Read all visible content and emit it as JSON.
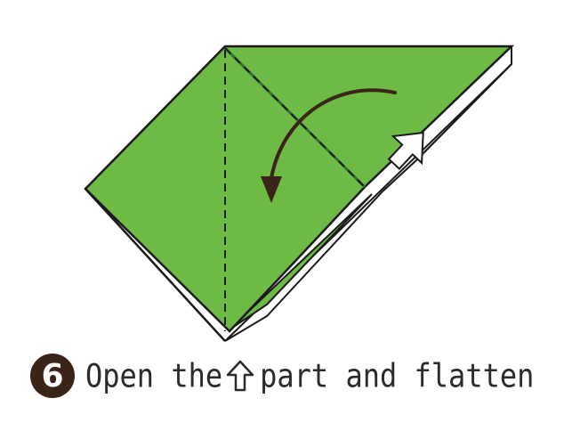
{
  "step": {
    "number": "6"
  },
  "caption": {
    "before_icon": "Open the",
    "icon": "up-arrow-outline",
    "after_icon": "part and flatten"
  },
  "colors": {
    "paper_green": "#6dbb45",
    "paper_shadow": "#3f8a25",
    "outline": "#1a1a1a",
    "badge": "#3a2418",
    "arrow": "#3a2418"
  }
}
